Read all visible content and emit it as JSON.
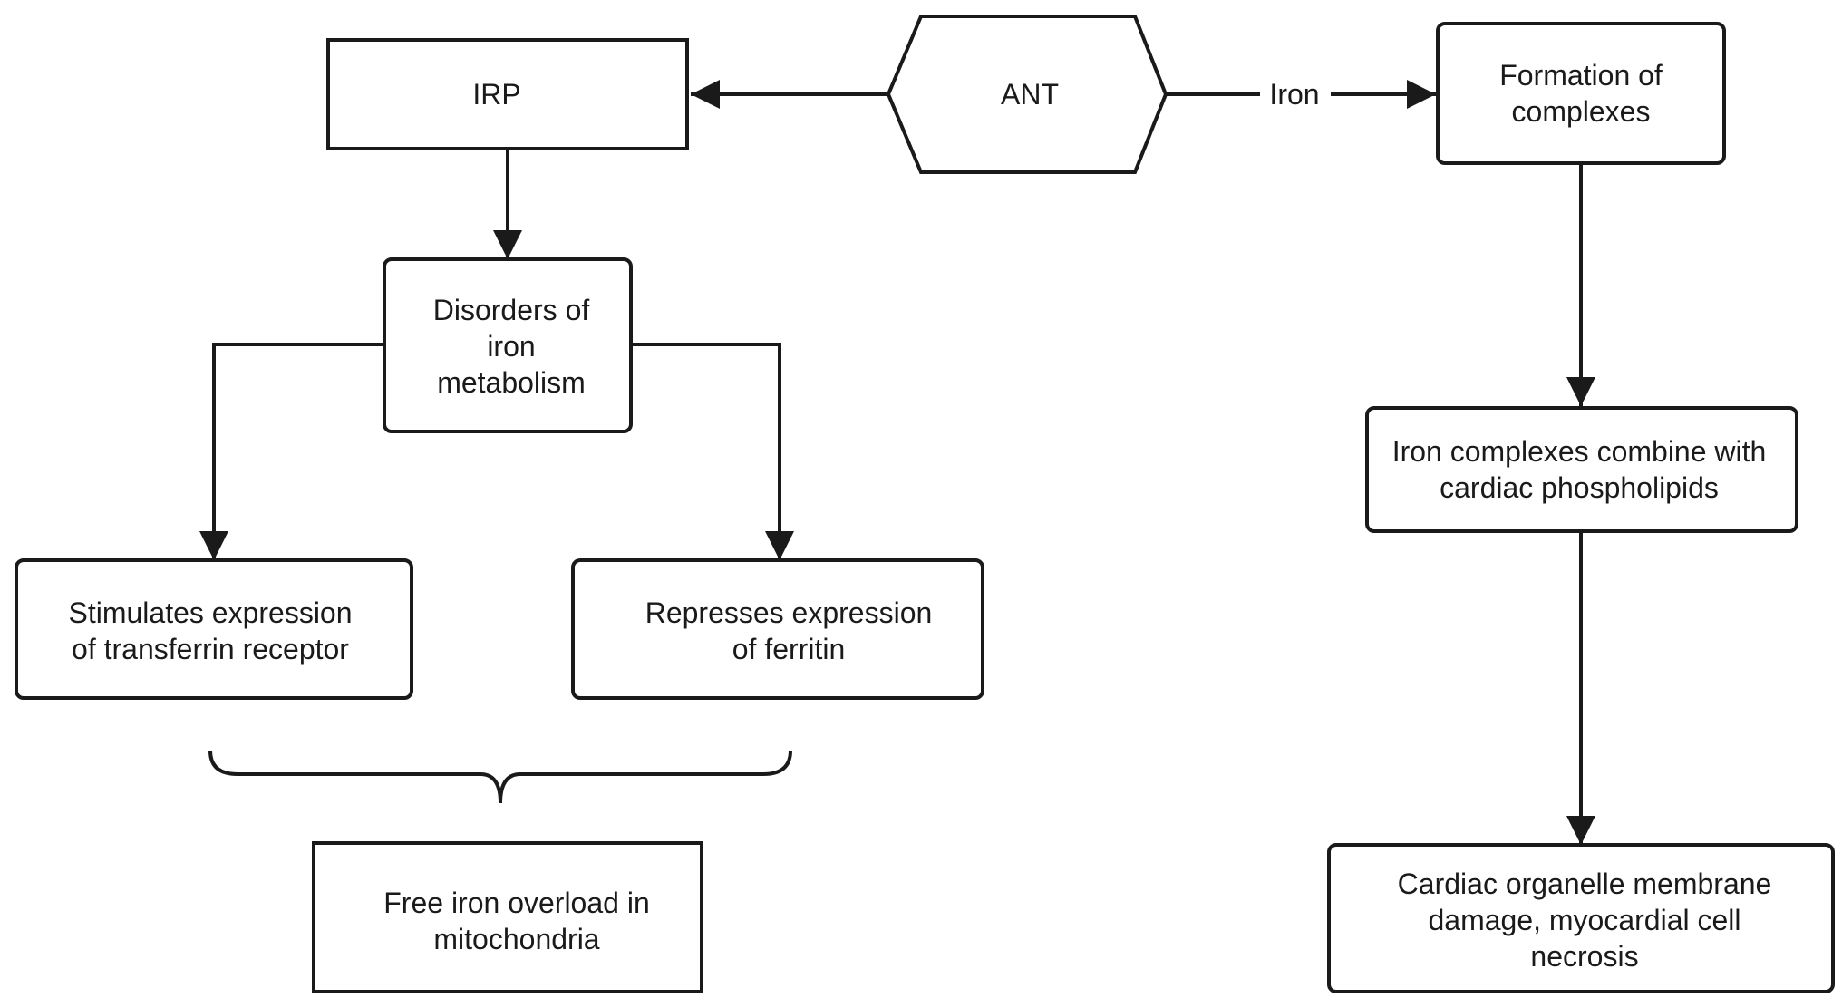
{
  "nodes": {
    "ant": {
      "lines": [
        "ANT"
      ]
    },
    "irp": {
      "lines": [
        "IRP"
      ]
    },
    "formation": {
      "lines": [
        "Formation of",
        "complexes"
      ]
    },
    "disorders": {
      "lines": [
        "Disorders of",
        "iron",
        "metabolism"
      ]
    },
    "stimulates": {
      "lines": [
        "Stimulates expression",
        "of transferrin receptor"
      ]
    },
    "represses": {
      "lines": [
        "Represses expression",
        "of ferritin"
      ]
    },
    "free_iron": {
      "lines": [
        "Free iron overload in",
        "mitochondria"
      ]
    },
    "iron_complexes": {
      "lines": [
        "Iron complexes combine with",
        "cardiac phospholipids"
      ]
    },
    "damage": {
      "lines": [
        "Cardiac organelle membrane",
        "damage, myocardial cell",
        "necrosis"
      ]
    }
  },
  "edges": {
    "ant_to_formation_label": "Iron"
  }
}
